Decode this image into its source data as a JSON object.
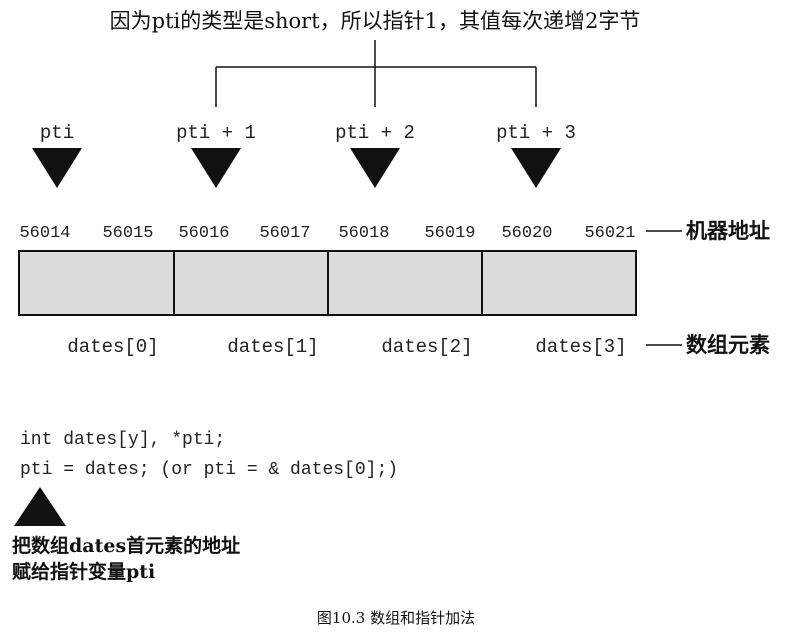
{
  "top_note": "因为pti的类型是short，所以指针1，其值每次递增2字节",
  "pointers": [
    "pti",
    "pti + 1",
    "pti + 2",
    "pti + 3"
  ],
  "addresses": [
    "56014",
    "56015",
    "56016",
    "56017",
    "56018",
    "56019",
    "56020",
    "56021"
  ],
  "address_label": "机器地址",
  "elements": [
    "dates[0]",
    "dates[1]",
    "dates[2]",
    "dates[3]"
  ],
  "elements_label": "数组元素",
  "code": {
    "line1": "int dates[y], *pti;",
    "line2": "pti = dates; (or pti = & dates[0];)"
  },
  "bottom_note": {
    "line1": "把数组dates首元素的地址",
    "line2": "赋给指针变量pti"
  },
  "caption": "图10.3 数组和指针加法",
  "colors": {
    "cell_fill": "#dcdcdc",
    "line": "#111111",
    "arrow": "#111111"
  }
}
